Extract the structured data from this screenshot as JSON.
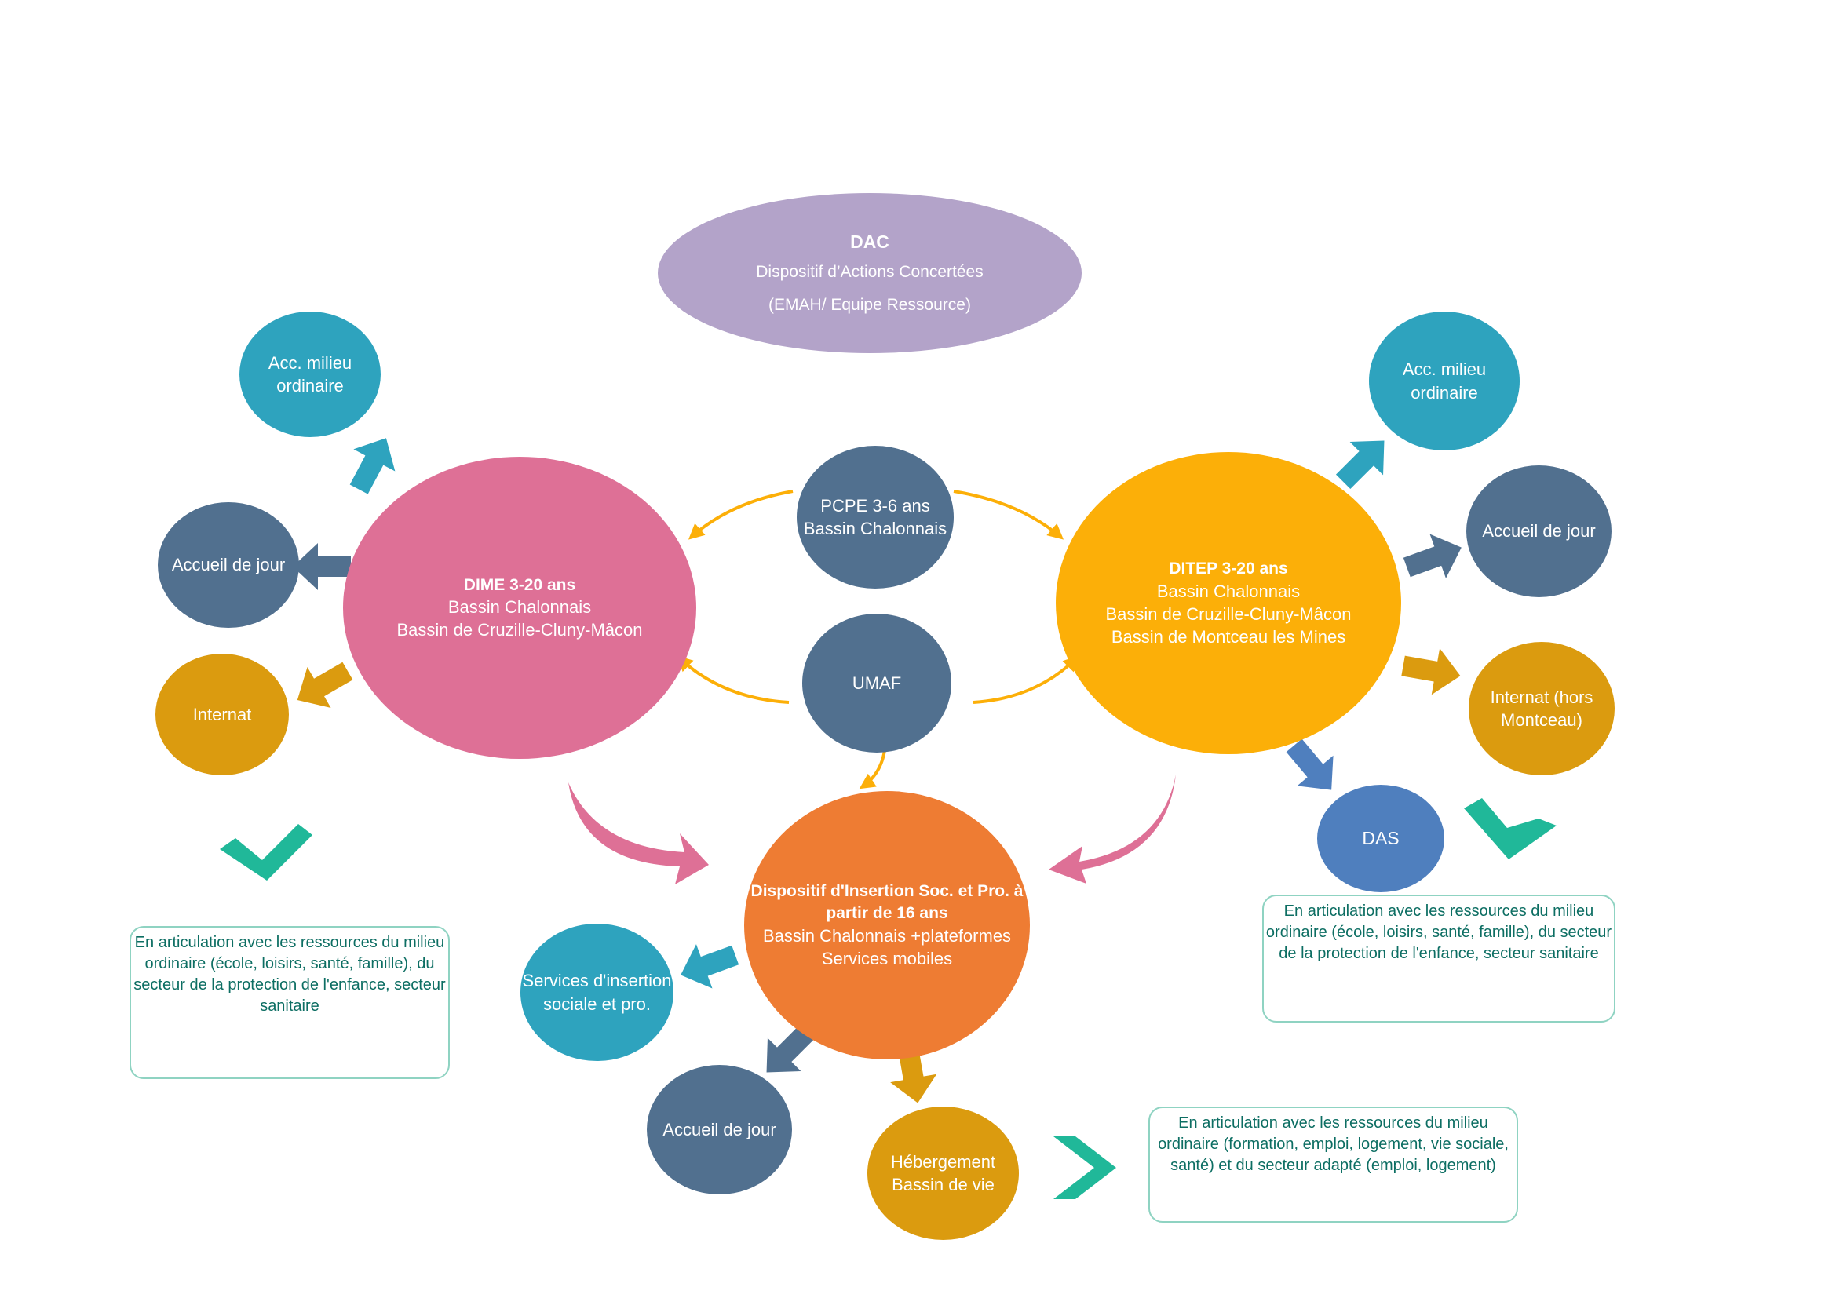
{
  "colors": {
    "purple": "#b3a3c9",
    "teal": "#2ea3be",
    "slate": "#51708f",
    "gold": "#db9b0f",
    "pink": "#de7096",
    "amber": "#fcaf08",
    "orange": "#ee7c33",
    "blue": "#4f7fbe",
    "green_check": "#20b899",
    "note_text": "#0d6e63",
    "note_border": "#8fd3c2"
  },
  "dac": {
    "title": "DAC",
    "line1": "Dispositif d’Actions Concertées",
    "line2": "(EMAH/ Equipe Ressource)"
  },
  "dime": {
    "title": "DIME 3-20 ans",
    "line1": "Bassin Chalonnais",
    "line2": "Bassin de Cruzille-Cluny-Mâcon"
  },
  "ditep": {
    "title": "DITEP 3-20 ans",
    "line1": "Bassin Chalonnais",
    "line2": "Bassin de Cruzille-Cluny-Mâcon",
    "line3": "Bassin de Montceau les Mines"
  },
  "pcpe": {
    "line1": "PCPE 3-6 ans",
    "line2": "Bassin Chalonnais"
  },
  "umaf": {
    "label": "UMAF"
  },
  "insertion": {
    "title1": "Dispositif d'Insertion Soc. et Pro. à",
    "title2": "partir de 16 ans",
    "line1": "Bassin Chalonnais +plateformes",
    "line2": "Services mobiles"
  },
  "left": {
    "acc_line1": "Acc. milieu",
    "acc_line2": "ordinaire",
    "accueil": "Accueil de jour",
    "internat": "Internat"
  },
  "right": {
    "acc_line1": "Acc. milieu",
    "acc_line2": "ordinaire",
    "accueil": "Accueil de jour",
    "internat_line1": "Internat (hors",
    "internat_line2": "Montceau)",
    "das": "DAS"
  },
  "bottom": {
    "services_line1": "Services d'insertion",
    "services_line2": "sociale et pro.",
    "accueil": "Accueil de jour",
    "heberg_line1": "Hébergement",
    "heberg_line2": "Bassin de vie"
  },
  "notes": {
    "left": {
      "line1": "En articulation avec les ressources du milieu",
      "line2": "ordinaire (école, loisirs, santé, famille), du",
      "line3": "secteur de la protection de l'enfance, secteur",
      "line4": "sanitaire"
    },
    "right": {
      "line1": "En articulation avec les ressources du milieu",
      "line2": "ordinaire (école, loisirs, santé, famille), du secteur",
      "line3": "de la protection de l'enfance, secteur sanitaire"
    },
    "bottom": {
      "line1": "En articulation avec les ressources du milieu",
      "line2": "ordinaire (formation, emploi, logement, vie sociale,",
      "line3": "santé) et du secteur adapté (emploi, logement)"
    }
  }
}
